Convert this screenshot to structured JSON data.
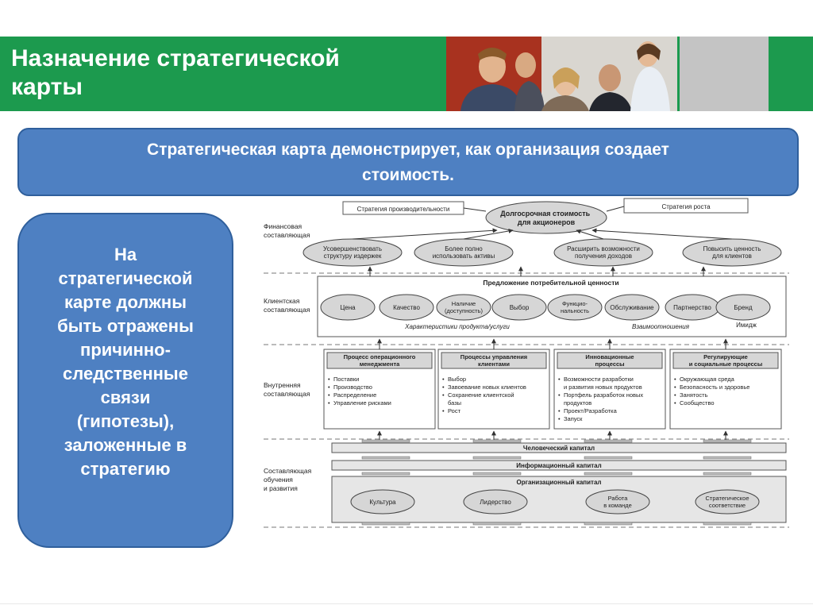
{
  "header": {
    "title": "Назначение стратегической карты",
    "title_line1": "Назначение стратегической",
    "title_line2": "карты"
  },
  "banner": {
    "line1": "Стратегическая карта демонстрирует, как организация создает",
    "line2": "стоимость."
  },
  "sidebar": {
    "lines": [
      "На",
      "стратегической",
      "карте должны",
      "быть отражены",
      "причинно-",
      "следственные",
      "связи",
      "(гипотезы),",
      "заложенные в",
      "стратегию"
    ]
  },
  "map": {
    "strategy_productivity": "Стратегия производительности",
    "strategy_growth": "Стратегия роста",
    "shareholder_value": {
      "line1": "Долгосрочная стоимость",
      "line2": "для акционеров"
    },
    "perspectives": {
      "financial": {
        "line1": "Финансовая",
        "line2": "составляющая"
      },
      "customer": {
        "line1": "Клиентская",
        "line2": "составляющая"
      },
      "internal": {
        "line1": "Внутренняя",
        "line2": "составляющая"
      },
      "learning": {
        "line1": "Составляющая",
        "line2": "обучения",
        "line3": "и развития"
      }
    },
    "financial_goals": [
      {
        "line1": "Усовершенствовать",
        "line2": "структуру издержек"
      },
      {
        "line1": "Более полно",
        "line2": "использовать активы"
      },
      {
        "line1": "Расширить возможности",
        "line2": "получения доходов"
      },
      {
        "line1": "Повысить ценность",
        "line2": "для клиентов"
      }
    ],
    "value_proposition": "Предложение потребительной ценности",
    "customer_items": [
      {
        "line1": "Цена",
        "line2": ""
      },
      {
        "line1": "Качество",
        "line2": ""
      },
      {
        "line1": "Наличие",
        "line2": "(доступность)"
      },
      {
        "line1": "Выбор",
        "line2": ""
      },
      {
        "line1": "Функцио-",
        "line2": "нальность"
      },
      {
        "line1": "Обслуживание",
        "line2": ""
      },
      {
        "line1": "Партнерство",
        "line2": ""
      },
      {
        "line1": "Бренд",
        "line2": ""
      }
    ],
    "customer_labels": {
      "product": "Характеристики продукта/услуги",
      "relations": "Взаимоотношения",
      "image": "Имидж"
    },
    "processes": [
      {
        "title1": "Процесс операционного",
        "title2": "менеджмента",
        "items": [
          "Поставки",
          "Производство",
          "Распределение",
          "Управление рисками"
        ]
      },
      {
        "title1": "Процессы управления",
        "title2": "клиентами",
        "items": [
          "Выбор",
          "Завоевание новых клиентов",
          "Сохранение клиентской",
          "базы",
          "Рост"
        ]
      },
      {
        "title1": "Инновационные",
        "title2": "процессы",
        "items": [
          "Возможности разработки",
          "и развития новых продуктов",
          "Портфель разработок новых",
          "продуктов",
          "Проект/Разработка",
          "Запуск"
        ]
      },
      {
        "title1": "Регулирующие",
        "title2": "и социальные процессы",
        "items": [
          "Окружающая среда",
          "Безопасность и здоровье",
          "Занятость",
          "Сообщество"
        ]
      }
    ],
    "capitals": {
      "human": "Человеческий капитал",
      "information": "Информационный капитал",
      "organizational": "Организационный капитал"
    },
    "org_items": [
      {
        "line1": "Культура",
        "line2": ""
      },
      {
        "line1": "Лидерство",
        "line2": ""
      },
      {
        "line1": "Работа",
        "line2": "в команде"
      },
      {
        "line1": "Стратегическое",
        "line2": "соответствие"
      }
    ]
  },
  "colors": {
    "green": "#1c9a4e",
    "blue": "#4e80c2",
    "blue_border": "#2f5f9c",
    "grey_fill": "#d6d6d6"
  }
}
